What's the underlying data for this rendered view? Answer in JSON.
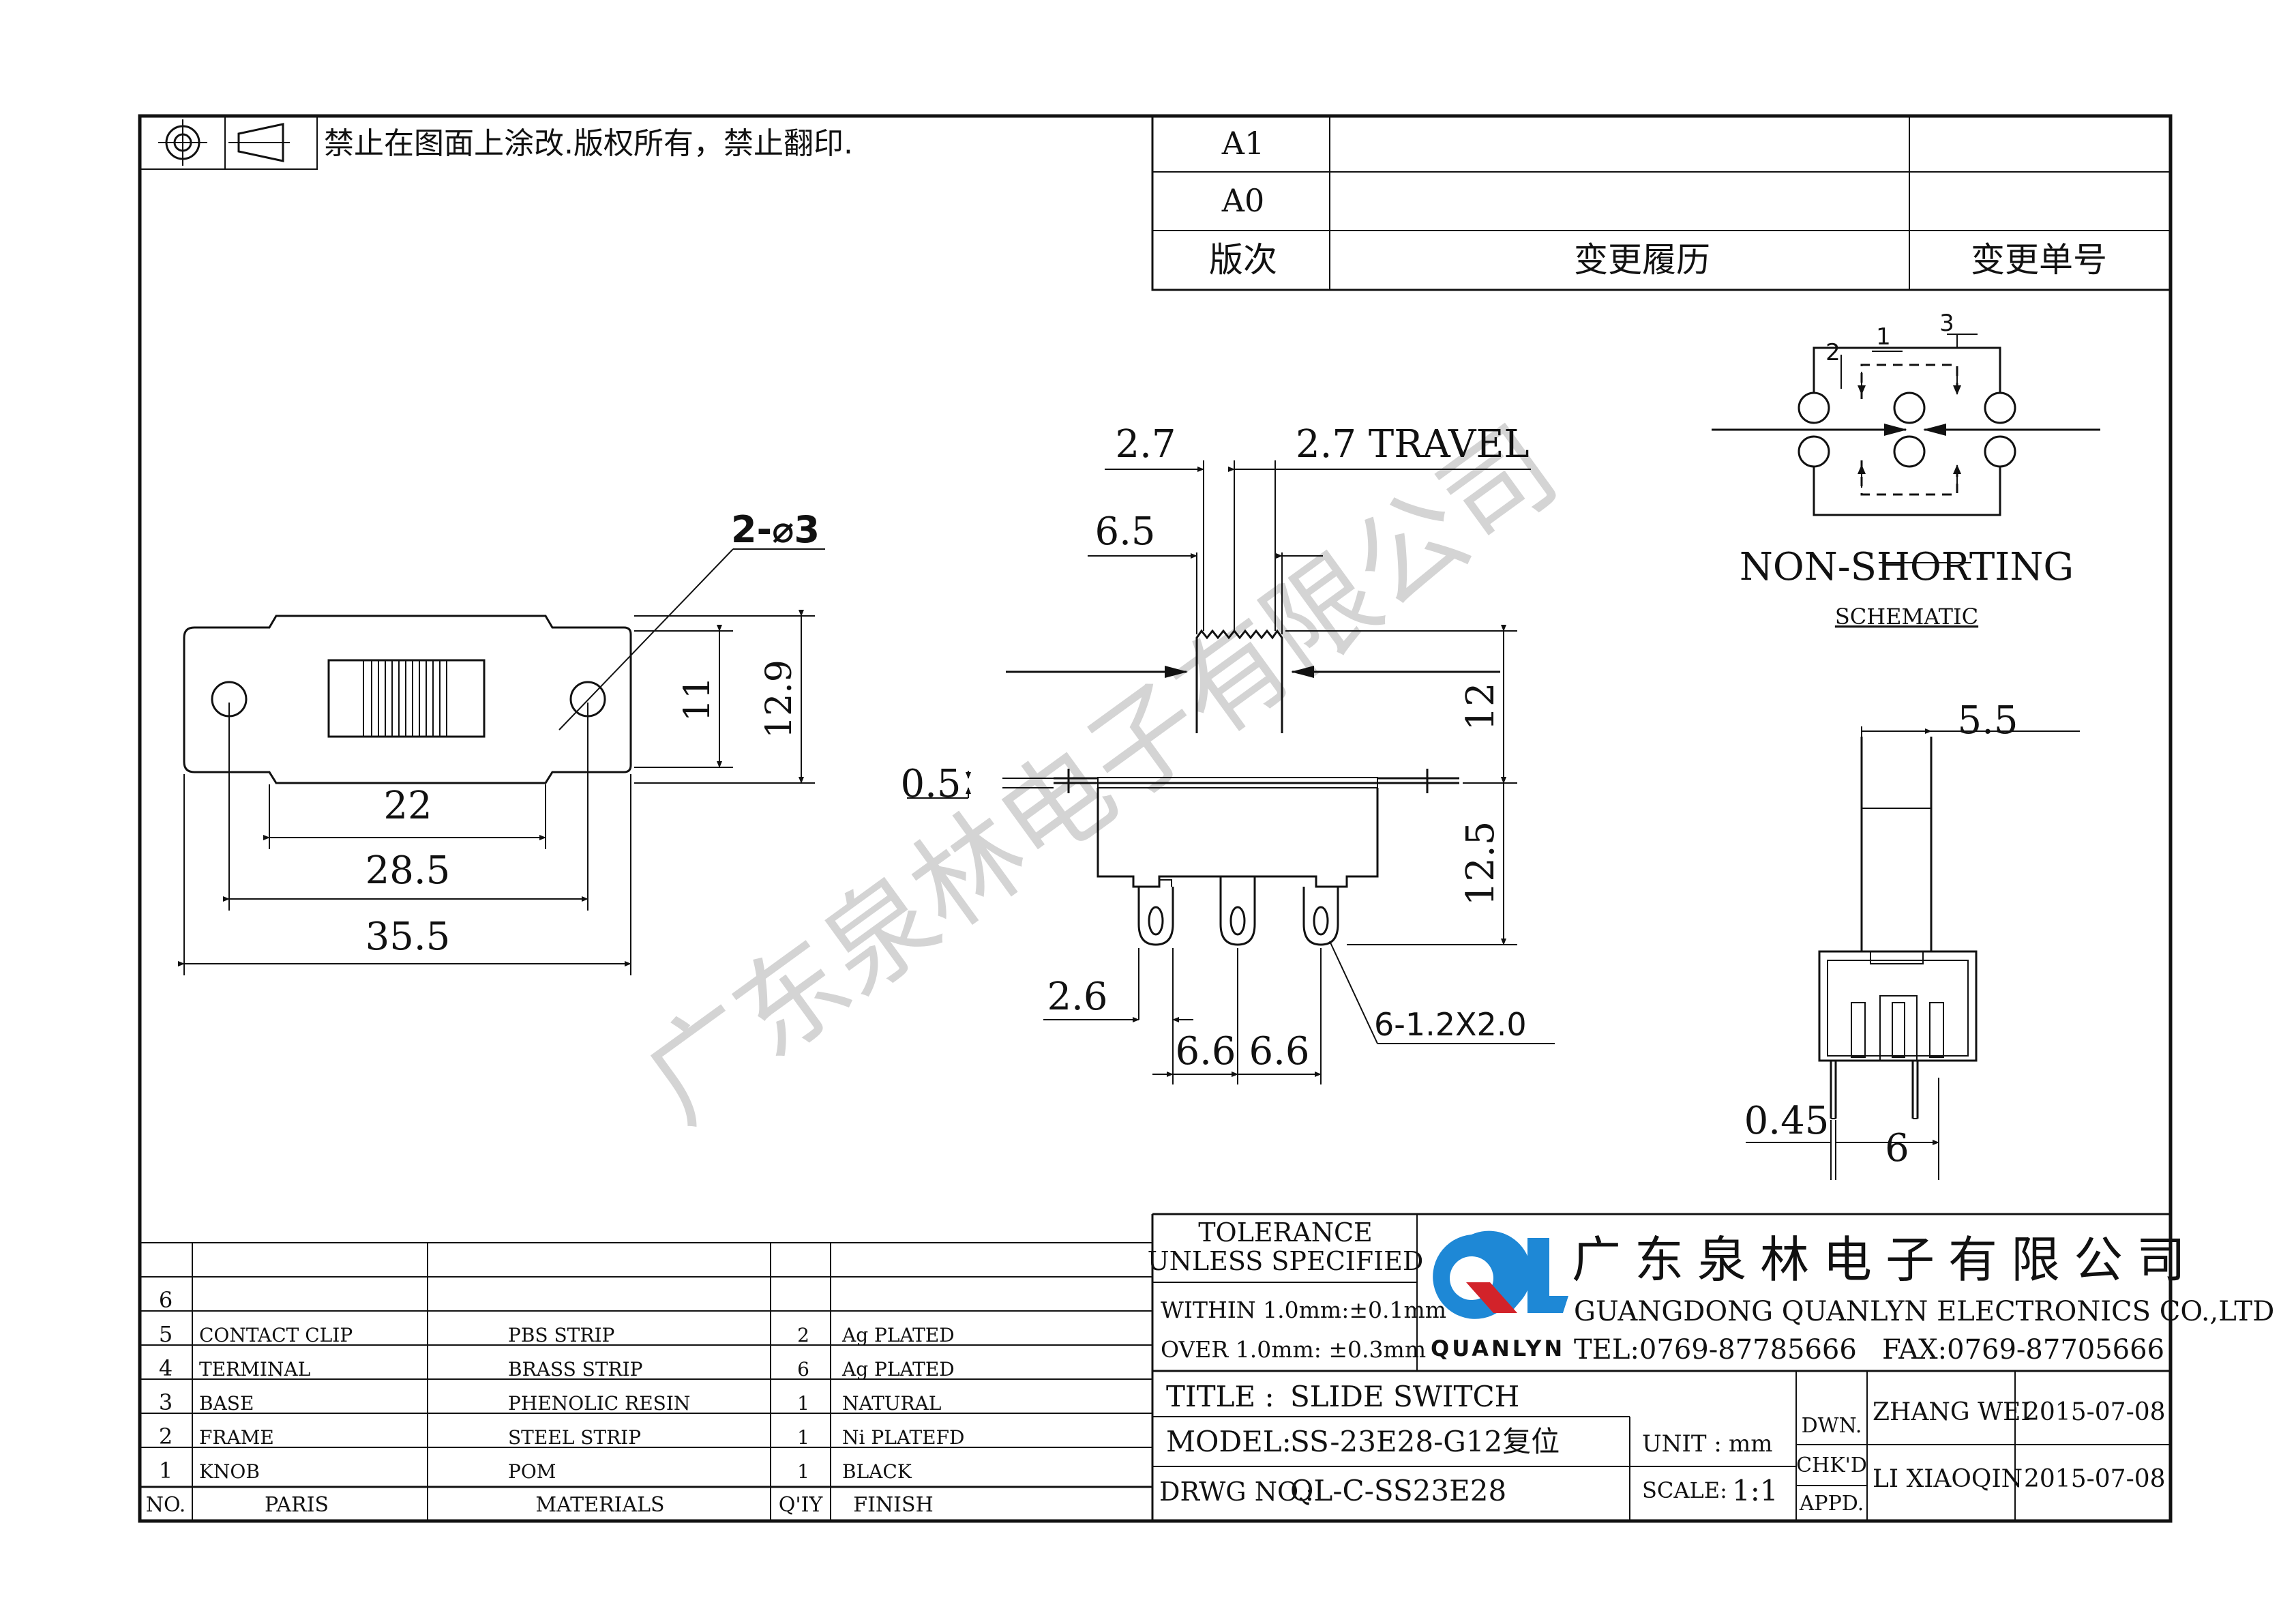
{
  "notice": "禁止在图面上涂改.版权所有，禁止翻印.",
  "revision_table": {
    "rows": [
      {
        "rev": "A1",
        "history": "",
        "number": ""
      },
      {
        "rev": "A0",
        "history": "",
        "number": ""
      }
    ],
    "header": {
      "rev": "版次",
      "history": "变更履历",
      "number": "变更单号"
    }
  },
  "top_view": {
    "hole_callout": "2-⌀3",
    "dim_11": "11",
    "dim_12_9": "12.9",
    "dim_22": "22",
    "dim_28_5": "28.5",
    "dim_35_5": "35.5"
  },
  "side_view": {
    "dim_2_7_left": "2.7",
    "dim_travel": "2.7 TRAVEL",
    "dim_6_5": "6.5",
    "dim_0_5": "0.5",
    "dim_12": "12",
    "dim_12_5": "12.5",
    "dim_2_6": "2.6",
    "dim_6_6_a": "6.6",
    "dim_6_6_b": "6.6",
    "slot_callout": "6-1.2X2.0"
  },
  "schematic": {
    "pin_1": "1",
    "pin_2": "2",
    "pin_3": "3",
    "title": "NON-SHORTING",
    "subtitle": "SCHEMATIC"
  },
  "end_view": {
    "dim_5_5": "5.5",
    "dim_0_45": "0.45",
    "dim_6": "6"
  },
  "watermark": "广东泉林电子有限公司",
  "bom": {
    "rows": [
      {
        "no": "6",
        "part": "",
        "material": "",
        "qty": "",
        "finish": ""
      },
      {
        "no": "5",
        "part": "CONTACT CLIP",
        "material": "PBS STRIP",
        "qty": "2",
        "finish": "Ag PLATED"
      },
      {
        "no": "4",
        "part": "TERMINAL",
        "material": "BRASS STRIP",
        "qty": "6",
        "finish": "Ag PLATED"
      },
      {
        "no": "3",
        "part": "BASE",
        "material": "PHENOLIC RESIN",
        "qty": "1",
        "finish": "NATURAL"
      },
      {
        "no": "2",
        "part": "FRAME",
        "material": "STEEL STRIP",
        "qty": "1",
        "finish": "Ni PLATEFD"
      },
      {
        "no": "1",
        "part": "KNOB",
        "material": "POM",
        "qty": "1",
        "finish": "BLACK"
      }
    ],
    "header": {
      "no": "NO.",
      "part": "PARIS",
      "material": "MATERIALS",
      "qty": "Q'IY",
      "finish": "FINISH"
    }
  },
  "tolerance": {
    "line1": "TOLERANCE",
    "line2": "UNLESS SPECIFIED",
    "within": "WITHIN 1.0mm:±0.1mm",
    "over": "OVER 1.0mm:  ±0.3mm"
  },
  "company": {
    "name_cn": "广东泉林电子有限公司",
    "name_en": "GUANGDONG QUANLYN ELECTRONICS CO.,LTD",
    "tel": "TEL:0769-87785666",
    "fax": "FAX:0769-87705666",
    "logo_text": "QUANLYN",
    "logo_letters": "QL",
    "logo_color_blue": "#1e88d6",
    "logo_color_red": "#d2232a"
  },
  "title_block": {
    "title_label": "TITLE :",
    "title_value": "SLIDE SWITCH",
    "model_label": "MODEL:",
    "model_value": "SS-23E28-G12复位",
    "drwg_label": "DRWG NO.:",
    "drwg_value": "QL-C-SS23E28",
    "unit_label": "UNIT :",
    "unit_value": "mm",
    "scale_label": "SCALE:",
    "scale_value": "1:1",
    "dwn_label": "DWN.",
    "chkd_label": "CHK'D",
    "appd_label": "APPD.",
    "dwn_name": "ZHANG WEI",
    "dwn_date": "2015-07-08",
    "chk_name": "LI XIAOQIN",
    "chk_date": "2015-07-08"
  }
}
